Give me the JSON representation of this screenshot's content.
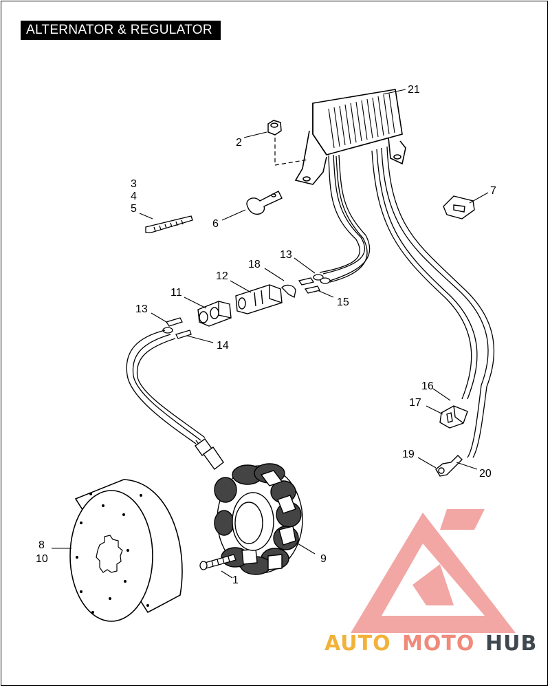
{
  "title": "ALTERNATOR & REGULATOR",
  "callouts": {
    "c1": "1",
    "c2": "2",
    "c3": "3",
    "c4": "4",
    "c5": "5",
    "c6": "6",
    "c7": "7",
    "c8": "8",
    "c9": "9",
    "c10": "10",
    "c11": "11",
    "c12": "12",
    "c13a": "13",
    "c13b": "13",
    "c14": "14",
    "c15": "15",
    "c16": "16",
    "c17": "17",
    "c18": "18",
    "c19": "19",
    "c20": "20",
    "c21": "21"
  },
  "watermark": {
    "part1": "AUTO",
    "part2": "MOTO",
    "part3": "HUB",
    "color_part1": "#f2b23a",
    "color_part2": "#f08a7a",
    "color_part3": "#3f474f",
    "logo_color": "#ee8a88"
  }
}
